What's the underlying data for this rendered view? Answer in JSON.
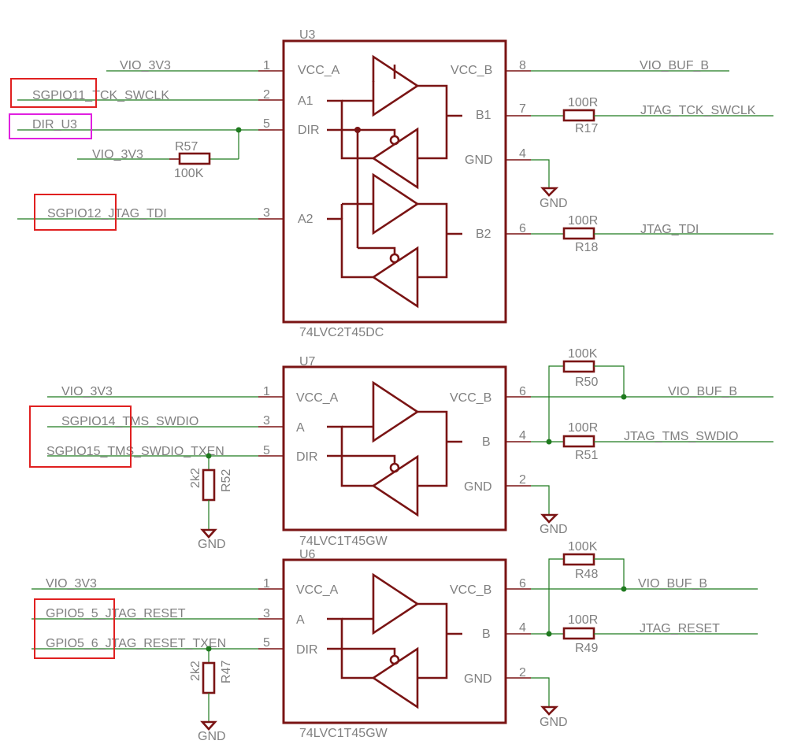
{
  "u3": {
    "ref": "U3",
    "part": "74LVC2T45DC",
    "pins_left": [
      {
        "num": "1",
        "name": "VCC_A"
      },
      {
        "num": "2",
        "name": "A1"
      },
      {
        "num": "5",
        "name": "DIR"
      },
      {
        "num": "3",
        "name": "A2"
      }
    ],
    "pins_right": [
      {
        "num": "8",
        "name": "VCC_B"
      },
      {
        "num": "7",
        "name": "B1"
      },
      {
        "num": "4",
        "name": "GND"
      },
      {
        "num": "6",
        "name": "B2"
      }
    ],
    "nets_left": [
      "VIO_3V3",
      "SGPIO11_TCK_SWCLK",
      "DIR_U3",
      "VIO_3V3",
      "SGPIO12_JTAG_TDI"
    ],
    "nets_right": [
      "VIO_BUF_B",
      "JTAG_TCK_SWCLK",
      "JTAG_TDI"
    ],
    "gnd": "GND",
    "r57": {
      "ref": "R57",
      "value": "100K"
    },
    "r17": {
      "ref": "R17",
      "value": "100R"
    },
    "r18": {
      "ref": "R18",
      "value": "100R"
    }
  },
  "u7": {
    "ref": "U7",
    "part": "74LVC1T45GW",
    "pins_left": [
      {
        "num": "1",
        "name": "VCC_A"
      },
      {
        "num": "3",
        "name": "A"
      },
      {
        "num": "5",
        "name": "DIR"
      }
    ],
    "pins_right": [
      {
        "num": "6",
        "name": "VCC_B"
      },
      {
        "num": "4",
        "name": "B"
      },
      {
        "num": "2",
        "name": "GND"
      }
    ],
    "nets_left": [
      "VIO_3V3",
      "SGPIO14_TMS_SWDIO",
      "SGPIO15_TMS_SWDIO_TXEN"
    ],
    "nets_right": [
      "VIO_BUF_B",
      "JTAG_TMS_SWDIO"
    ],
    "gnd": "GND",
    "r50": {
      "ref": "R50",
      "value": "100K"
    },
    "r51": {
      "ref": "R51",
      "value": "100R"
    },
    "r52": {
      "ref": "R52",
      "value": "2k2"
    }
  },
  "u6": {
    "ref": "U6",
    "part": "74LVC1T45GW",
    "pins_left": [
      {
        "num": "1",
        "name": "VCC_A"
      },
      {
        "num": "3",
        "name": "A"
      },
      {
        "num": "5",
        "name": "DIR"
      }
    ],
    "pins_right": [
      {
        "num": "6",
        "name": "VCC_B"
      },
      {
        "num": "4",
        "name": "B"
      },
      {
        "num": "2",
        "name": "GND"
      }
    ],
    "nets_left": [
      "VIO_3V3",
      "GPIO5_5_JTAG_RESET",
      "GPIO5_6_JTAG_RESET_TXEN"
    ],
    "nets_right": [
      "VIO_BUF_B",
      "JTAG_RESET"
    ],
    "gnd": "GND",
    "r48": {
      "ref": "R48",
      "value": "100K"
    },
    "r49": {
      "ref": "R49",
      "value": "100R"
    },
    "r47": {
      "ref": "R47",
      "value": "2k2"
    }
  },
  "colors": {
    "net_wire": "#1f7a1f",
    "component_body": "#7a1414",
    "label_text": "#808080",
    "highlight_red": "#e02020",
    "highlight_magenta": "#e020e0"
  }
}
